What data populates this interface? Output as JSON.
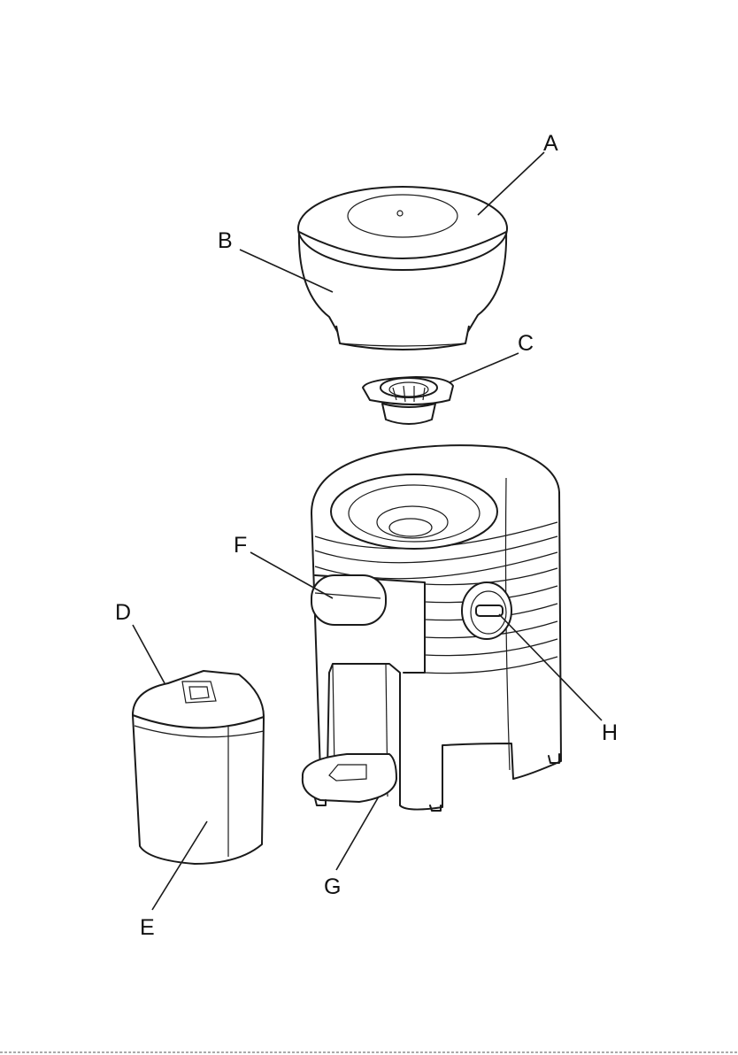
{
  "callouts": {
    "A": "A",
    "B": "B",
    "C": "C",
    "D": "D",
    "E": "E",
    "F": "F",
    "G": "G",
    "H": "H"
  },
  "colors": {
    "ink": "#1a1a1a",
    "paper": "#ffffff"
  }
}
